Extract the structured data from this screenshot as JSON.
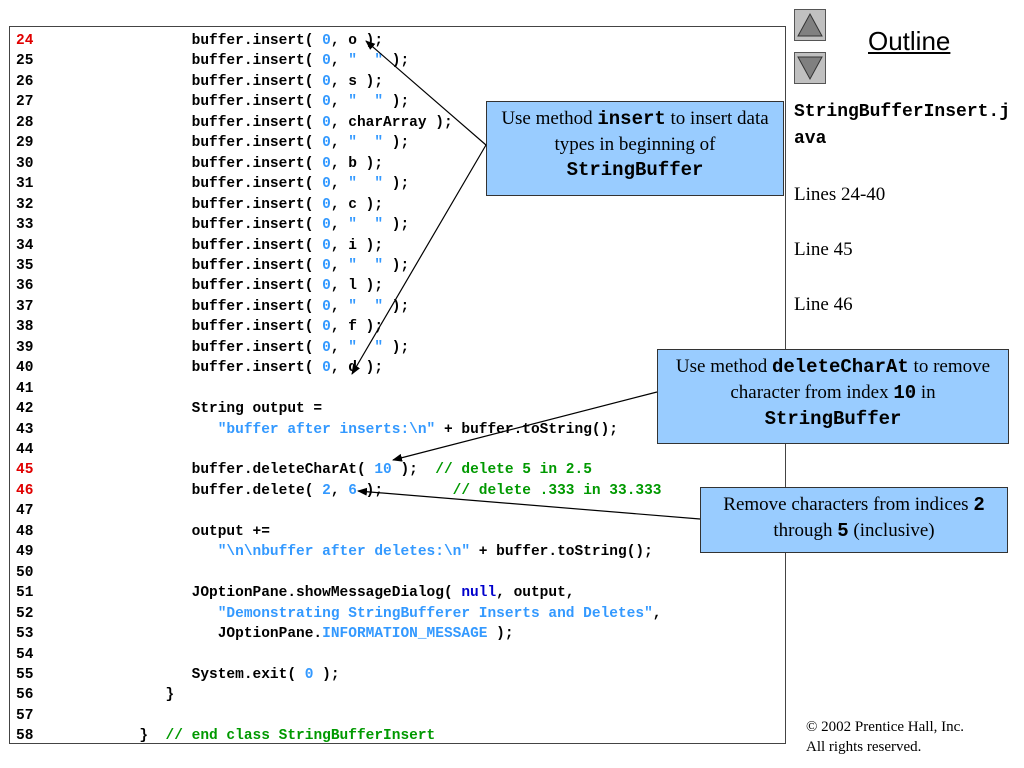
{
  "code_lines": [
    {
      "n": "24",
      "hl": true,
      "parts": [
        [
          "        buffer.insert( ",
          ""
        ],
        [
          "0",
          "num"
        ],
        [
          ", o );",
          ""
        ]
      ]
    },
    {
      "n": "25",
      "hl": false,
      "parts": [
        [
          "        buffer.insert( ",
          ""
        ],
        [
          "0",
          "num"
        ],
        [
          ", ",
          ""
        ],
        [
          "\"  \"",
          "str"
        ],
        [
          " );",
          ""
        ]
      ]
    },
    {
      "n": "26",
      "hl": false,
      "parts": [
        [
          "        buffer.insert( ",
          ""
        ],
        [
          "0",
          "num"
        ],
        [
          ", s );",
          ""
        ]
      ]
    },
    {
      "n": "27",
      "hl": false,
      "parts": [
        [
          "        buffer.insert( ",
          ""
        ],
        [
          "0",
          "num"
        ],
        [
          ", ",
          ""
        ],
        [
          "\"  \"",
          "str"
        ],
        [
          " );",
          ""
        ]
      ]
    },
    {
      "n": "28",
      "hl": false,
      "parts": [
        [
          "        buffer.insert( ",
          ""
        ],
        [
          "0",
          "num"
        ],
        [
          ", charArray );",
          ""
        ]
      ]
    },
    {
      "n": "29",
      "hl": false,
      "parts": [
        [
          "        buffer.insert( ",
          ""
        ],
        [
          "0",
          "num"
        ],
        [
          ", ",
          ""
        ],
        [
          "\"  \"",
          "str"
        ],
        [
          " );",
          ""
        ]
      ]
    },
    {
      "n": "30",
      "hl": false,
      "parts": [
        [
          "        buffer.insert( ",
          ""
        ],
        [
          "0",
          "num"
        ],
        [
          ", b );",
          ""
        ]
      ]
    },
    {
      "n": "31",
      "hl": false,
      "parts": [
        [
          "        buffer.insert( ",
          ""
        ],
        [
          "0",
          "num"
        ],
        [
          ", ",
          ""
        ],
        [
          "\"  \"",
          "str"
        ],
        [
          " );",
          ""
        ]
      ]
    },
    {
      "n": "32",
      "hl": false,
      "parts": [
        [
          "        buffer.insert( ",
          ""
        ],
        [
          "0",
          "num"
        ],
        [
          ", c );",
          ""
        ]
      ]
    },
    {
      "n": "33",
      "hl": false,
      "parts": [
        [
          "        buffer.insert( ",
          ""
        ],
        [
          "0",
          "num"
        ],
        [
          ", ",
          ""
        ],
        [
          "\"  \"",
          "str"
        ],
        [
          " );",
          ""
        ]
      ]
    },
    {
      "n": "34",
      "hl": false,
      "parts": [
        [
          "        buffer.insert( ",
          ""
        ],
        [
          "0",
          "num"
        ],
        [
          ", i );",
          ""
        ]
      ]
    },
    {
      "n": "35",
      "hl": false,
      "parts": [
        [
          "        buffer.insert( ",
          ""
        ],
        [
          "0",
          "num"
        ],
        [
          ", ",
          ""
        ],
        [
          "\"  \"",
          "str"
        ],
        [
          " );",
          ""
        ]
      ]
    },
    {
      "n": "36",
      "hl": false,
      "parts": [
        [
          "        buffer.insert( ",
          ""
        ],
        [
          "0",
          "num"
        ],
        [
          ", l );",
          ""
        ]
      ]
    },
    {
      "n": "37",
      "hl": false,
      "parts": [
        [
          "        buffer.insert( ",
          ""
        ],
        [
          "0",
          "num"
        ],
        [
          ", ",
          ""
        ],
        [
          "\"  \"",
          "str"
        ],
        [
          " );",
          ""
        ]
      ]
    },
    {
      "n": "38",
      "hl": false,
      "parts": [
        [
          "        buffer.insert( ",
          ""
        ],
        [
          "0",
          "num"
        ],
        [
          ", f );",
          ""
        ]
      ]
    },
    {
      "n": "39",
      "hl": false,
      "parts": [
        [
          "        buffer.insert( ",
          ""
        ],
        [
          "0",
          "num"
        ],
        [
          ", ",
          ""
        ],
        [
          "\"  \"",
          "str"
        ],
        [
          " );",
          ""
        ]
      ]
    },
    {
      "n": "40",
      "hl": false,
      "parts": [
        [
          "        buffer.insert( ",
          ""
        ],
        [
          "0",
          "num"
        ],
        [
          ", d );",
          ""
        ]
      ]
    },
    {
      "n": "41",
      "hl": false,
      "parts": []
    },
    {
      "n": "42",
      "hl": false,
      "parts": [
        [
          "        String output =",
          ""
        ]
      ]
    },
    {
      "n": "43",
      "hl": false,
      "parts": [
        [
          "           ",
          ""
        ],
        [
          "\"buffer after inserts:\\n\"",
          "str"
        ],
        [
          " + buffer.toString();",
          ""
        ]
      ]
    },
    {
      "n": "44",
      "hl": false,
      "parts": []
    },
    {
      "n": "45",
      "hl": true,
      "parts": [
        [
          "        buffer.deleteCharAt( ",
          ""
        ],
        [
          "10",
          "num"
        ],
        [
          " );  ",
          ""
        ],
        [
          "// delete 5 in 2.5",
          "cmt"
        ]
      ]
    },
    {
      "n": "46",
      "hl": true,
      "parts": [
        [
          "        buffer.delete( ",
          ""
        ],
        [
          "2",
          "num"
        ],
        [
          ", ",
          ""
        ],
        [
          "6",
          "num"
        ],
        [
          " );        ",
          ""
        ],
        [
          "// delete .333 in 33.333",
          "cmt"
        ]
      ]
    },
    {
      "n": "47",
      "hl": false,
      "parts": []
    },
    {
      "n": "48",
      "hl": false,
      "parts": [
        [
          "        output +=",
          ""
        ]
      ]
    },
    {
      "n": "49",
      "hl": false,
      "parts": [
        [
          "           ",
          ""
        ],
        [
          "\"\\n\\nbuffer after deletes:\\n\"",
          "str"
        ],
        [
          " + buffer.toString();",
          ""
        ]
      ]
    },
    {
      "n": "50",
      "hl": false,
      "parts": []
    },
    {
      "n": "51",
      "hl": false,
      "parts": [
        [
          "        JOptionPane.showMessageDialog( ",
          ""
        ],
        [
          "null",
          "kw"
        ],
        [
          ", output,",
          ""
        ]
      ]
    },
    {
      "n": "52",
      "hl": false,
      "parts": [
        [
          "           ",
          ""
        ],
        [
          "\"Demonstrating StringBufferer Inserts and Deletes\"",
          "str"
        ],
        [
          ",",
          ""
        ]
      ]
    },
    {
      "n": "53",
      "hl": false,
      "parts": [
        [
          "           JOptionPane.",
          ""
        ],
        [
          "INFORMATION_MESSAGE",
          "const"
        ],
        [
          " );",
          ""
        ]
      ]
    },
    {
      "n": "54",
      "hl": false,
      "parts": []
    },
    {
      "n": "55",
      "hl": false,
      "parts": [
        [
          "        System.exit( ",
          ""
        ],
        [
          "0",
          "num"
        ],
        [
          " );",
          ""
        ]
      ]
    },
    {
      "n": "56",
      "hl": false,
      "parts": [
        [
          "     }",
          ""
        ]
      ]
    },
    {
      "n": "57",
      "hl": false,
      "parts": []
    },
    {
      "n": "58",
      "hl": false,
      "parts": [
        [
          "  }  ",
          ""
        ],
        [
          "// end class StringBufferInsert",
          "cmt"
        ]
      ]
    }
  ],
  "callouts": {
    "insert": {
      "pre": "Use method ",
      "code": "insert",
      "post": " to insert data types in beginning of ",
      "code2": "StringBuffer"
    },
    "deleteCharAt": {
      "pre": "Use method ",
      "code": "deleteCharAt",
      "post": " to remove character from index ",
      "code2": "10",
      "post2": " in ",
      "code3": "StringBuffer"
    },
    "delete": {
      "pre": "Remove characters from indices ",
      "code": "2",
      "mid": " through ",
      "code2": "5",
      "post": " (inclusive)"
    }
  },
  "sidebar": {
    "title": "Outline",
    "file_name": "StringBufferInsert.java",
    "refs": [
      "Lines 24-40",
      "Line 45",
      "Line 46"
    ]
  },
  "footer": {
    "copyright_line1": "© 2002 Prentice Hall, Inc.",
    "copyright_line2": "All rights reserved."
  },
  "colors": {
    "callout_bg": "#99ccff",
    "line_highlight": "#e00000",
    "literal": "#3399ff",
    "comment": "#009900",
    "keyword": "#0000cc"
  }
}
